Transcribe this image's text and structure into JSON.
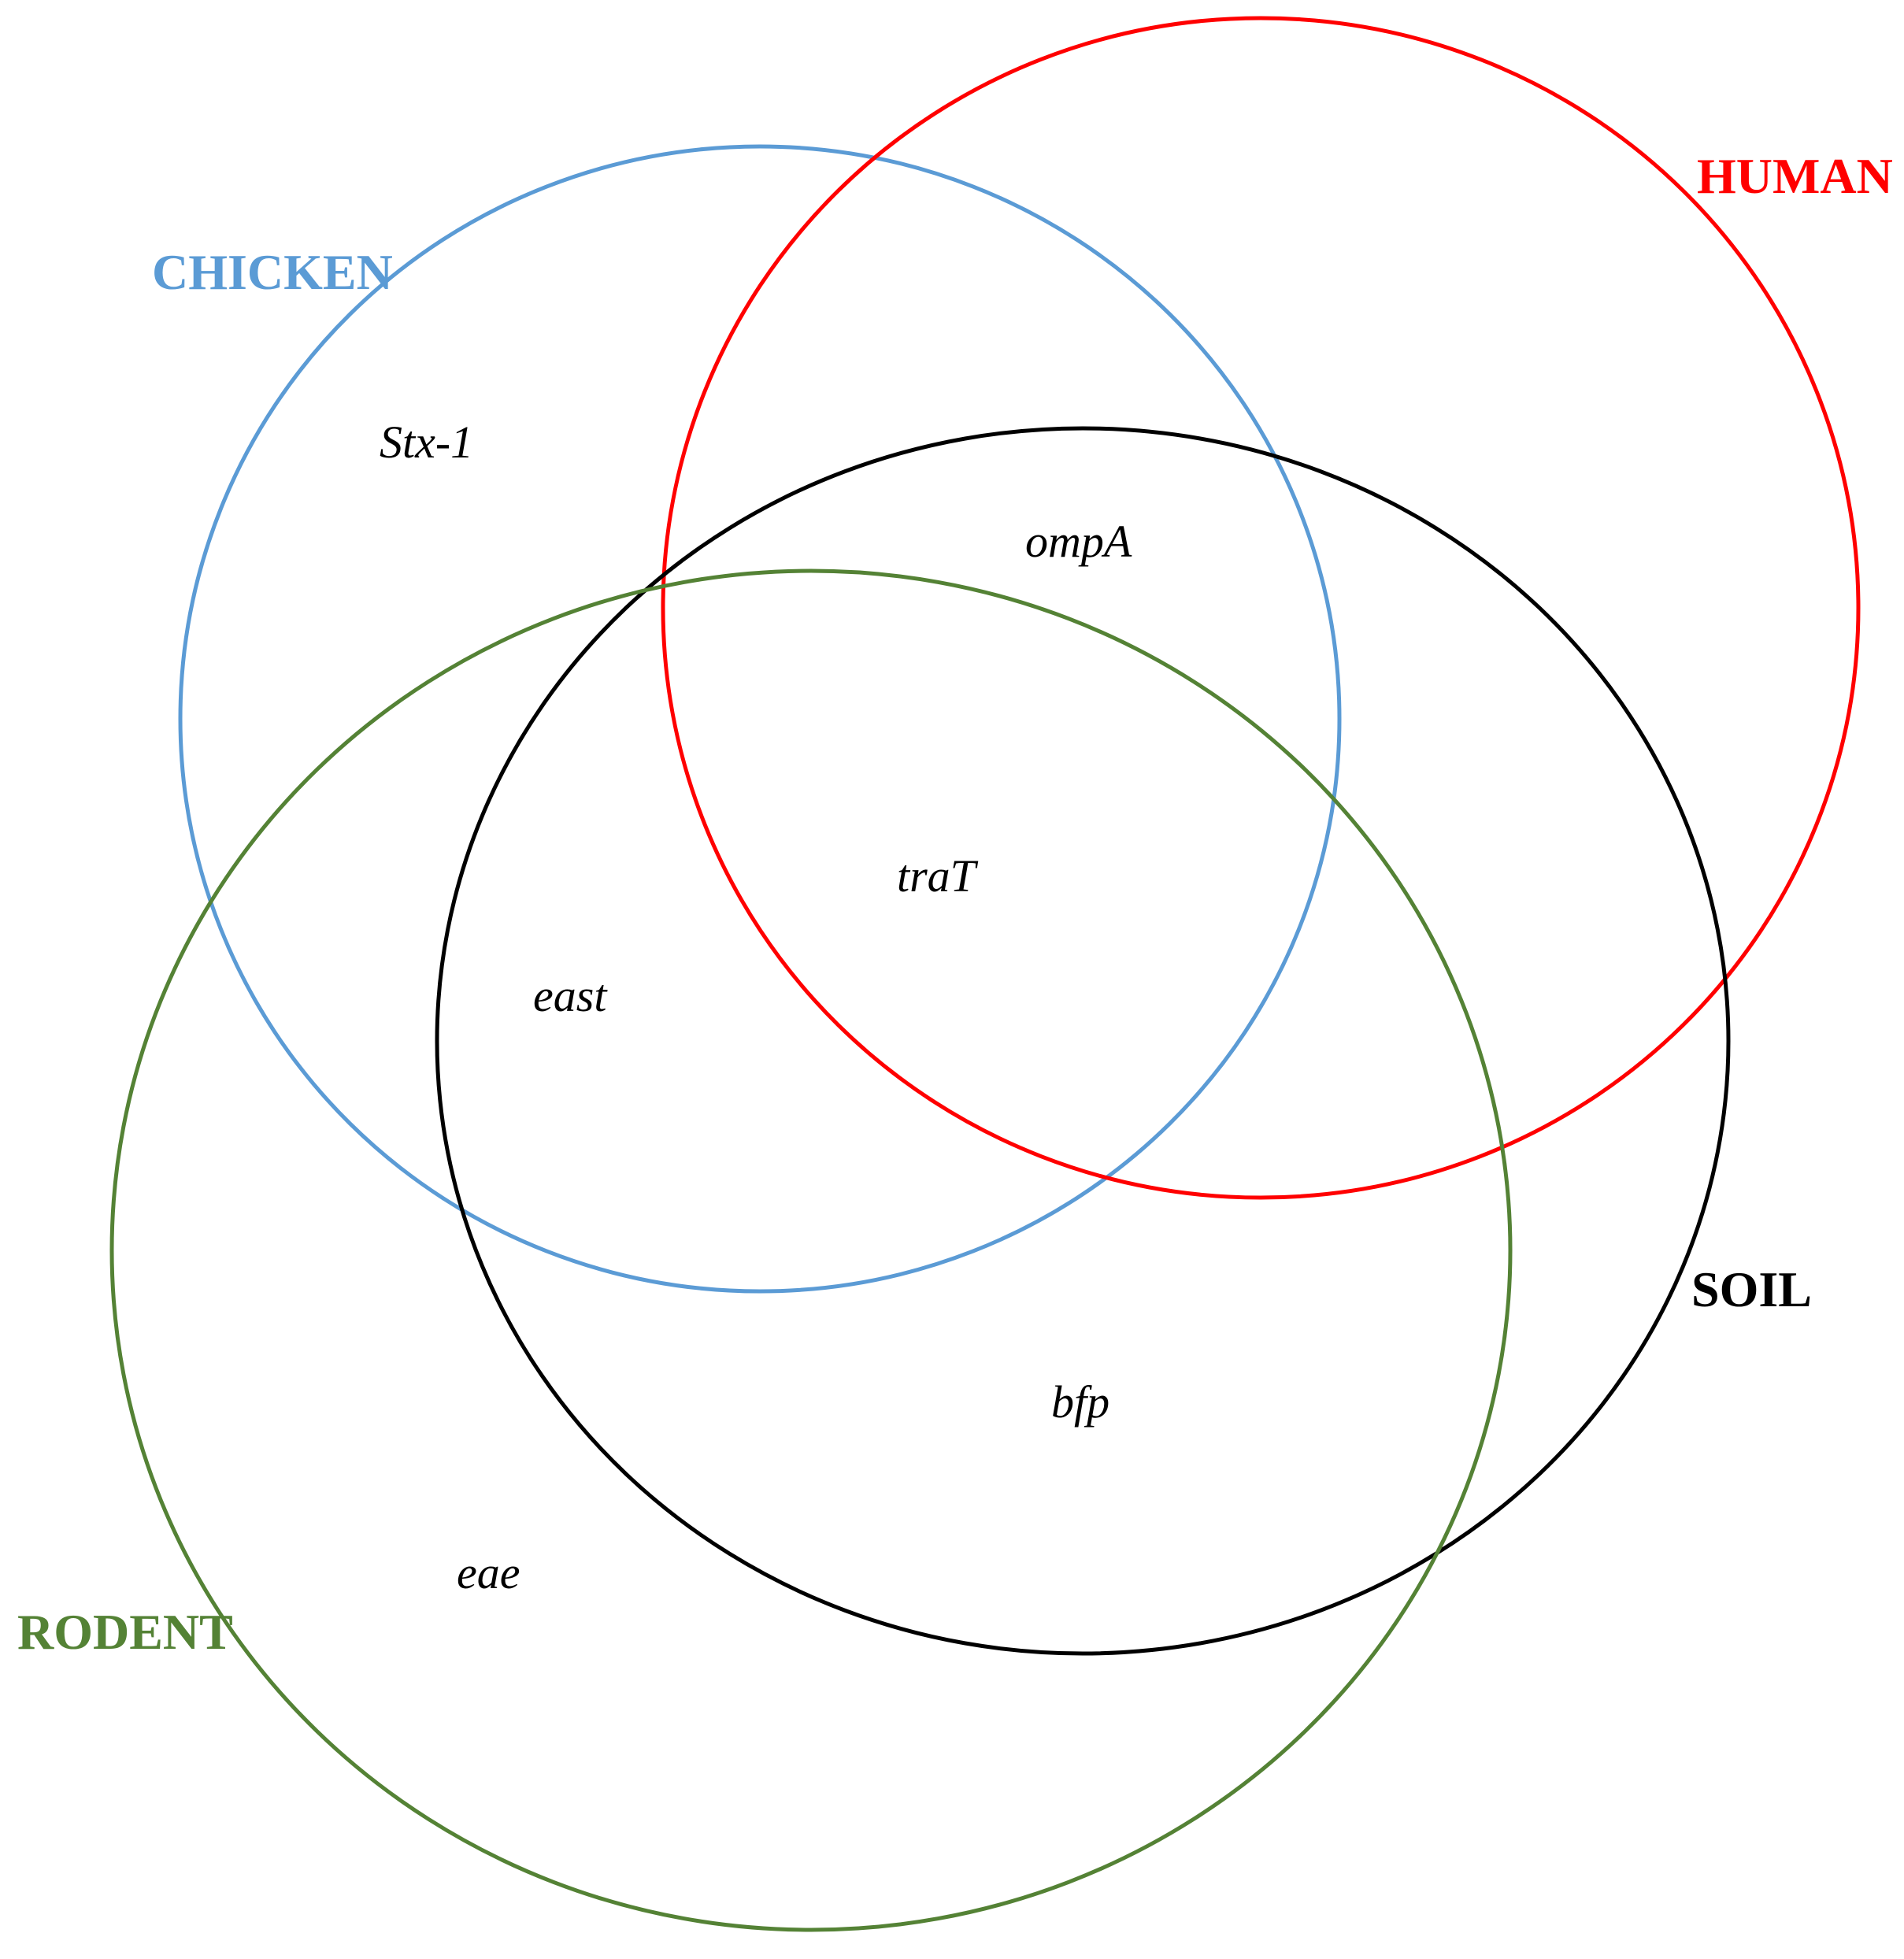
{
  "sets": [
    {
      "key": "chicken",
      "label": "CHICKEN",
      "color": "#5b9bd5"
    },
    {
      "key": "human",
      "label": "HUMAN",
      "color": "#ff0000"
    },
    {
      "key": "soil",
      "label": "SOIL",
      "color": "#000000"
    },
    {
      "key": "rodent",
      "label": "RODENT",
      "color": "#548235"
    }
  ],
  "genes": [
    {
      "key": "stx1",
      "label": "Stx-1",
      "sets": [
        "chicken"
      ]
    },
    {
      "key": "ompA",
      "label": "ompA",
      "sets": [
        "chicken",
        "human",
        "soil"
      ]
    },
    {
      "key": "traT",
      "label": "traT",
      "sets": [
        "chicken",
        "human",
        "soil",
        "rodent"
      ]
    },
    {
      "key": "east",
      "label": "east",
      "sets": [
        "chicken",
        "soil",
        "rodent"
      ]
    },
    {
      "key": "bfp",
      "label": "bfp",
      "sets": [
        "soil",
        "rodent"
      ]
    },
    {
      "key": "eae",
      "label": "eae",
      "sets": [
        "rodent"
      ]
    }
  ]
}
